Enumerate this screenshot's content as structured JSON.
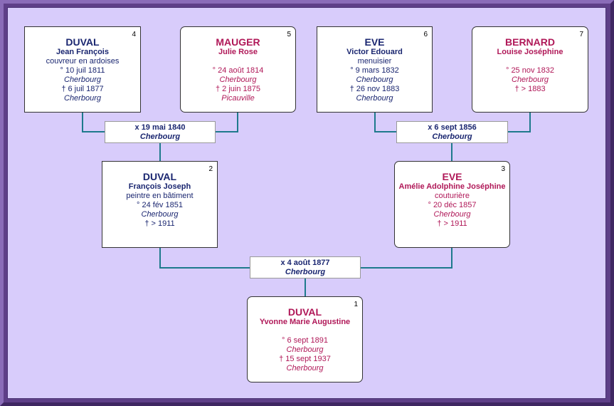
{
  "persons": {
    "p4": {
      "num": "4",
      "surname": "DUVAL",
      "given": "Jean François",
      "occupation": "couvreur en ardoises",
      "birth_date": "° 10 juil 1811",
      "birth_place": "Cherbourg",
      "death_date": "† 6 juil 1877",
      "death_place": "Cherbourg"
    },
    "p5": {
      "num": "5",
      "surname": "MAUGER",
      "given": "Julie Rose",
      "birth_date": "° 24 août 1814",
      "birth_place": "Cherbourg",
      "death_date": "† 2 juin 1875",
      "death_place": "Picauville"
    },
    "p6": {
      "num": "6",
      "surname": "EVE",
      "given": "Victor Edouard",
      "occupation": "menuisier",
      "birth_date": "° 9 mars 1832",
      "birth_place": "Cherbourg",
      "death_date": "† 26 nov 1883",
      "death_place": "Cherbourg"
    },
    "p7": {
      "num": "7",
      "surname": "BERNARD",
      "given": "Louise Joséphine",
      "birth_date": "° 25 nov 1832",
      "birth_place": "Cherbourg",
      "death_date": "† > 1883"
    },
    "p2": {
      "num": "2",
      "surname": "DUVAL",
      "given": "François Joseph",
      "occupation": "peintre en bâtiment",
      "birth_date": "° 24 fév 1851",
      "birth_place": "Cherbourg",
      "death_date": "† > 1911"
    },
    "p3": {
      "num": "3",
      "surname": "EVE",
      "given": "Amélie Adolphine Joséphine",
      "occupation": "couturière",
      "birth_date": "° 20 déc 1857",
      "birth_place": "Cherbourg",
      "death_date": "† > 1911"
    },
    "p1": {
      "num": "1",
      "surname": "DUVAL",
      "given": "Yvonne Marie Augustine",
      "birth_date": "° 6 sept 1891",
      "birth_place": "Cherbourg",
      "death_date": "† 15 sept 1937",
      "death_place": "Cherbourg"
    }
  },
  "marriages": {
    "m45": {
      "date": "x 19 mai 1840",
      "place": "Cherbourg"
    },
    "m67": {
      "date": "x 6 sept 1856",
      "place": "Cherbourg"
    },
    "m23": {
      "date": "x 4 août 1877",
      "place": "Cherbourg"
    }
  },
  "colors": {
    "background": "#d8ccfb",
    "frame": "#5e3f88",
    "connector": "#1e7a8c",
    "male_text": "#1a2670",
    "female_text": "#b01858"
  }
}
